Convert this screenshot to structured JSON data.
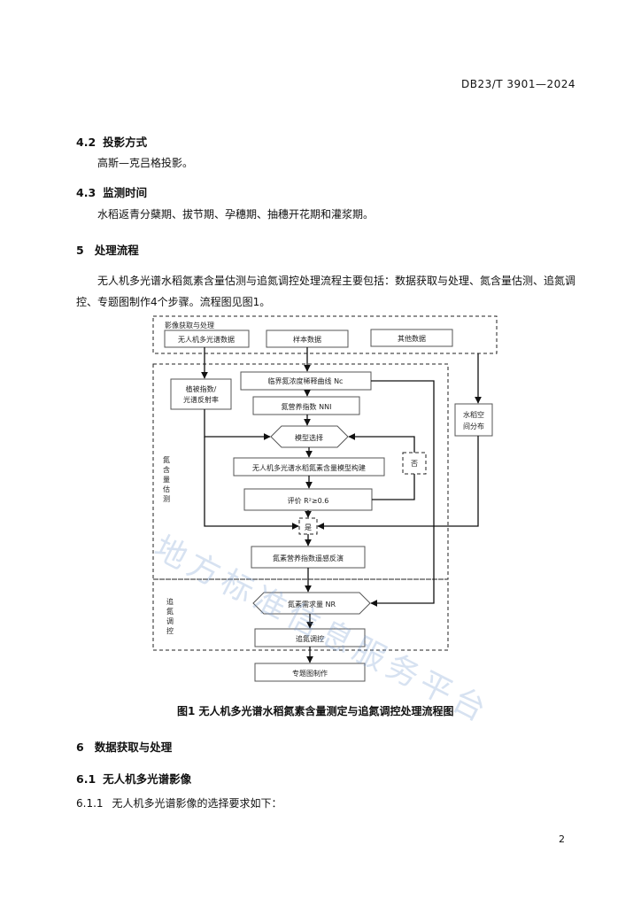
{
  "header": {
    "doc_code": "DB23/T 3901—2024"
  },
  "sections": {
    "s4_2": {
      "num": "4.2",
      "title": "投影方式",
      "text": "高斯—克吕格投影。"
    },
    "s4_3": {
      "num": "4.3",
      "title": "监测时间",
      "text": "水稻返青分蘖期、拔节期、孕穗期、抽穗开花期和灌浆期。"
    },
    "s5": {
      "num": "5",
      "title": "处理流程",
      "text": "无人机多光谱水稻氮素含量估测与追氮调控处理流程主要包括：数据获取与处理、氮含量估测、追氮调控、专题图制作4个步骤。流程图见图1。"
    },
    "s6": {
      "num": "6",
      "title": "数据获取与处理"
    },
    "s6_1": {
      "num": "6.1",
      "title": "无人机多光谱影像"
    },
    "s6_1_1": {
      "num": "6.1.1",
      "text": "无人机多光谱影像的选择要求如下："
    }
  },
  "flowchart": {
    "group_acquisition": "影像获取与处理",
    "uav_data": "无人机多光谱数据",
    "sample_data": "样本数据",
    "other_data": "其他数据",
    "veg_index": [
      "植被指数/",
      "光谱反射率"
    ],
    "critical_curve": "临界氮浓度稀释曲线 Nc",
    "nni": "氮营养指数 NNI",
    "model_select": "模型选择",
    "model_build": "无人机多光谱水稻氮素含量模型构建",
    "evaluation": "评价 R²≥0.6",
    "no": "否",
    "yes": "是",
    "nni_inversion": "氮素营养指数遥感反演",
    "group_estimate": [
      "氮",
      "含",
      "量",
      "估",
      "测"
    ],
    "spatial_dist": [
      "水稻空",
      "间分布"
    ],
    "n_requirement": "氮素需求量 NR",
    "topdress": "追氮调控",
    "group_control": [
      "追",
      "氮",
      "调",
      "控"
    ],
    "thematic_map": "专题图制作"
  },
  "figure": {
    "caption": "图1   无人机多光谱水稻氮素含量测定与追氮调控处理流程图"
  },
  "watermark": "地方标准信息服务平台",
  "footer": {
    "page_number": "2"
  }
}
